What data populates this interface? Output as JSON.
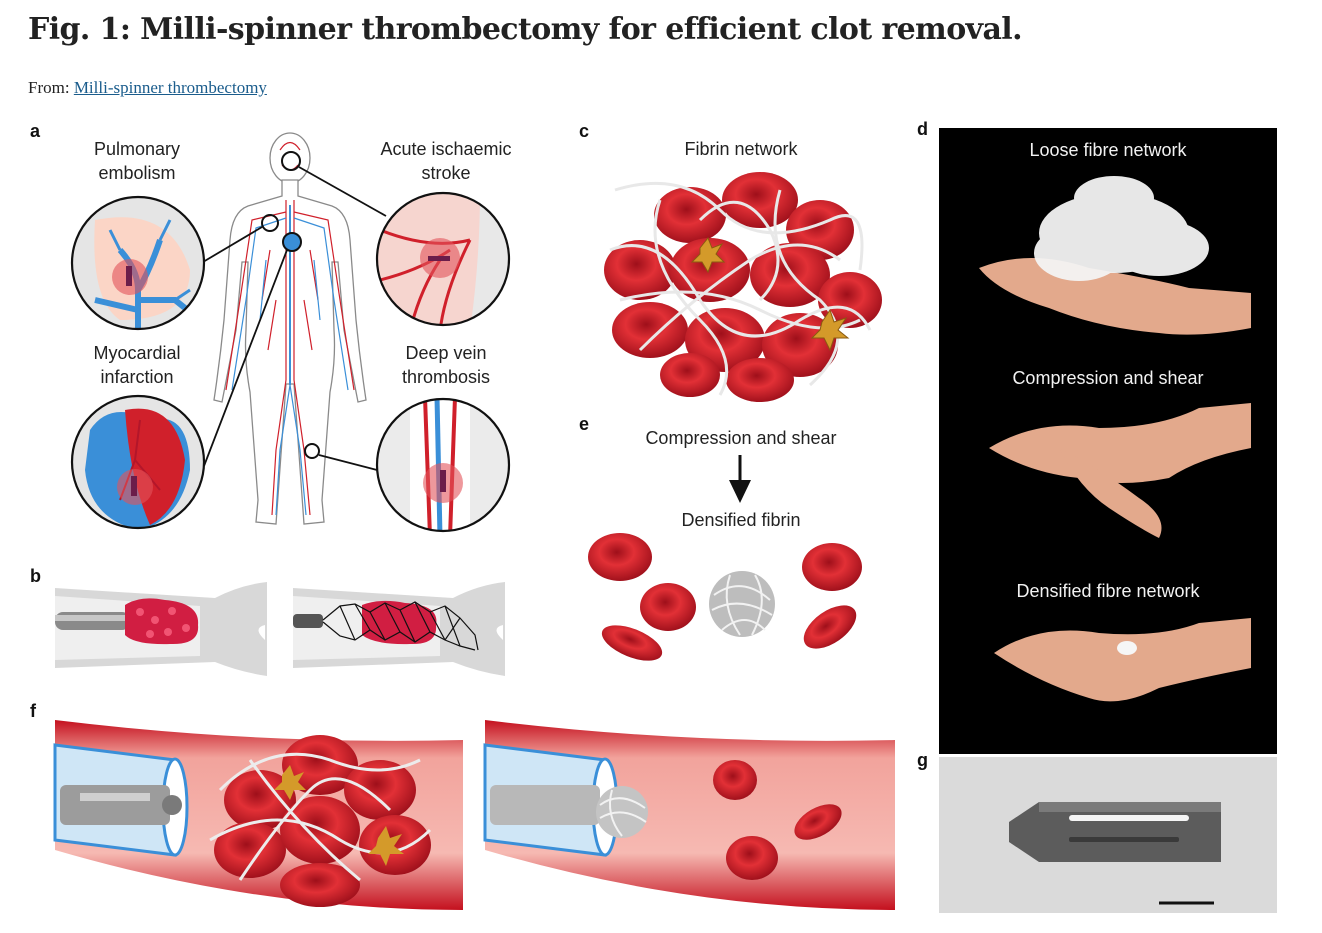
{
  "figure": {
    "title": "Fig. 1: Milli-spinner thrombectomy for efficient clot removal.",
    "from_label": "From:",
    "from_link": "Milli-spinner thrombectomy"
  },
  "panels": {
    "a": {
      "letter": "a",
      "conditions": {
        "pe_line1": "Pulmonary",
        "pe_line2": "embolism",
        "stroke_line1": "Acute ischaemic",
        "stroke_line2": "stroke",
        "mi_line1": "Myocardial",
        "mi_line2": "infarction",
        "dvt_line1": "Deep vein",
        "dvt_line2": "thrombosis"
      }
    },
    "b": {
      "letter": "b"
    },
    "c": {
      "letter": "c",
      "label": "Fibrin network"
    },
    "d": {
      "letter": "d",
      "labels": [
        "Loose fibre network",
        "Compression and shear",
        "Densified fibre network"
      ]
    },
    "e": {
      "letter": "e",
      "top_label": "Compression and shear",
      "bottom_label": "Densified fibrin"
    },
    "f": {
      "letter": "f"
    },
    "g": {
      "letter": "g"
    }
  },
  "colors": {
    "blood_red": "#d0202b",
    "vessel_pink": "#f4b7b0",
    "vein_blue": "#3a8fd8",
    "clot_red": "#b3162a",
    "fibrin_grey": "#d9d9d9",
    "device_grey": "#8e8e8e",
    "platelet_gold": "#d49a2a"
  }
}
